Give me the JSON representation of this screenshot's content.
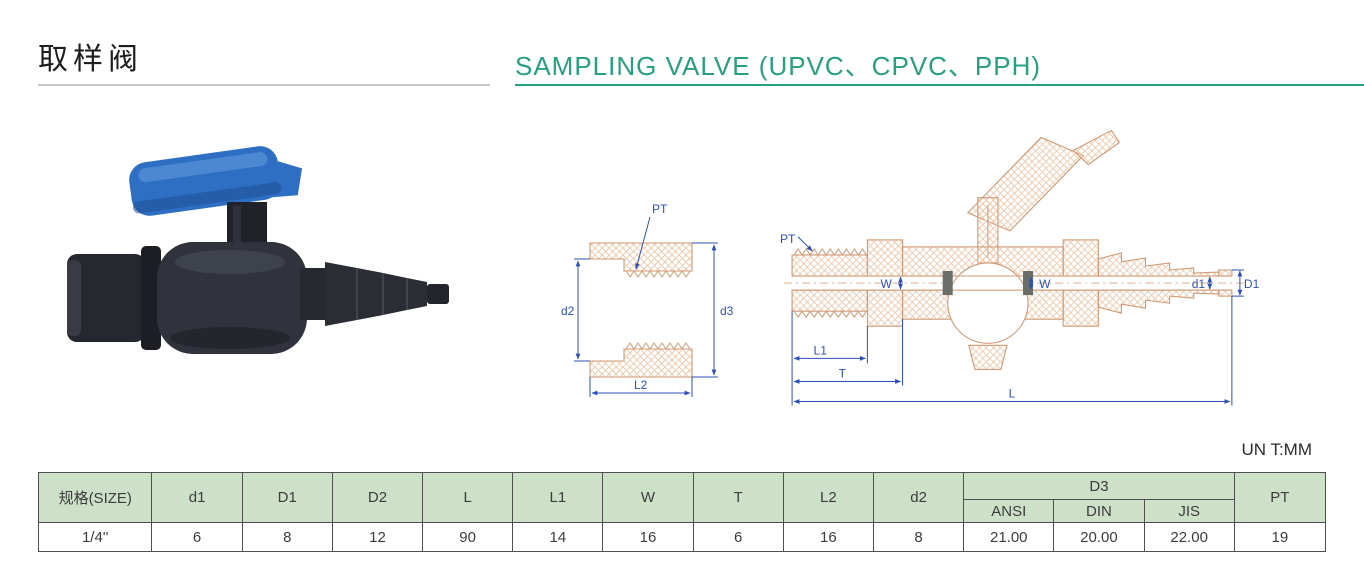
{
  "header": {
    "title_cn": "取样阀",
    "title_en": "SAMPLING VALVE  (UPVC、CPVC、PPH)"
  },
  "unit_note": "UN T:MM",
  "small_drawing": {
    "labels": {
      "pt": "PT",
      "d2": "d2",
      "d3": "d3",
      "l2": "L2"
    }
  },
  "large_drawing": {
    "labels": {
      "pt": "PT",
      "w_left": "W",
      "w_right": "W",
      "d1": "d1",
      "D1": "D1",
      "l1": "L1",
      "t": "T",
      "l": "L"
    }
  },
  "table": {
    "columns": [
      "规格(SIZE)",
      "d1",
      "D1",
      "D2",
      "L",
      "L1",
      "W",
      "T",
      "L2",
      "d2",
      "D3",
      "PT"
    ],
    "d3_subcolumns": [
      "ANSI",
      "DIN",
      "JIS"
    ],
    "rows": [
      [
        "1/4''",
        "6",
        "8",
        "12",
        "90",
        "14",
        "16",
        "6",
        "16",
        "8",
        "21.00",
        "20.00",
        "22.00",
        "19"
      ]
    ]
  },
  "colors": {
    "accent_teal": "#27a082",
    "table_header_green": "#cde1c9",
    "drawing_outline_tan": "#cf9a74",
    "dimension_blue": "#2b50b8",
    "valve_handle_blue": "#2e6fc4",
    "valve_body_dark": "#2d2f37"
  }
}
